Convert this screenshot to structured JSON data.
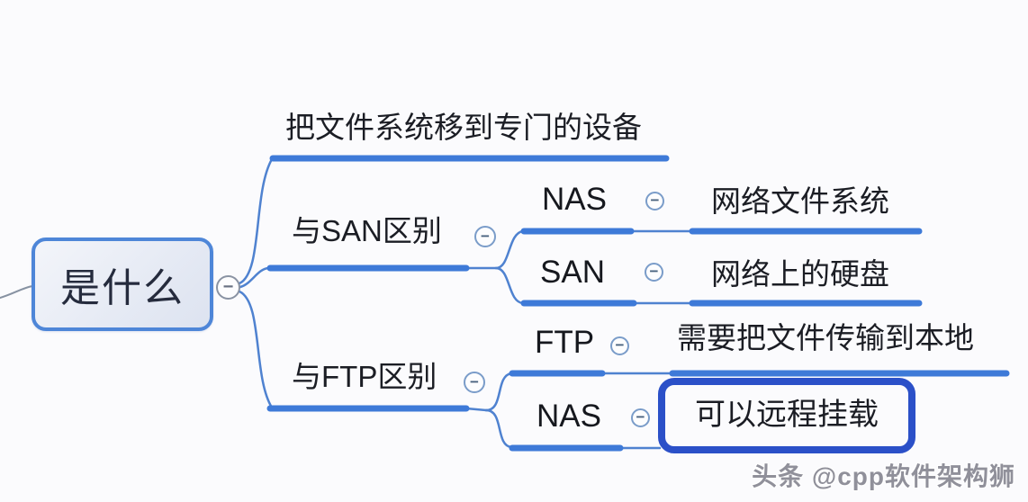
{
  "root": {
    "label": "是什么"
  },
  "branches": [
    {
      "label": "把文件系统移到专门的设备"
    },
    {
      "label": "与SAN区别",
      "children": [
        {
          "label": "NAS",
          "desc": "网络文件系统"
        },
        {
          "label": "SAN",
          "desc": "网络上的硬盘"
        }
      ]
    },
    {
      "label": "与FTP区别",
      "children": [
        {
          "label": "FTP",
          "desc": "需要把文件传输到本地"
        },
        {
          "label": "NAS",
          "desc": "可以远程挂载",
          "highlighted": true
        }
      ]
    }
  ],
  "collapse_symbol": "−",
  "watermark": {
    "text": "头条 @cpp软件架构狮"
  },
  "colors": {
    "branch_line": "#3e7ad8",
    "thin_line": "#4f82d0",
    "parent_line": "#8792a2",
    "root_border": "#4e86d8",
    "root_fill": "#e8ecf5",
    "highlight_border": "#2b50c8",
    "topic_text": "#1b1d24",
    "watermark_text": "#90909a"
  }
}
